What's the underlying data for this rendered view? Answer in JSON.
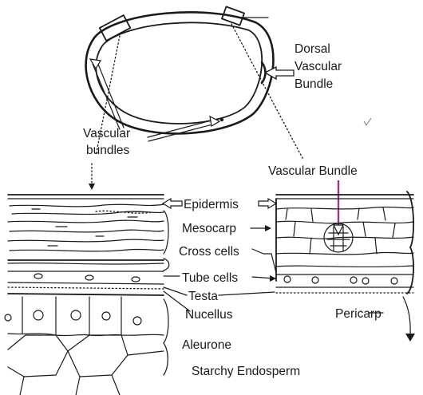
{
  "labels": {
    "dorsal_vascular_bundle_line1": "Dorsal",
    "dorsal_vascular_bundle_line2": "Vascular",
    "dorsal_vascular_bundle_line3": "Bundle",
    "vascular_bundles_line1": "Vascular",
    "vascular_bundles_line2": "bundles",
    "vascular_bundle": "Vascular Bundle",
    "epidermis": "Epidermis",
    "mesocarp": "Mesocarp",
    "cross_cells": "Cross cells",
    "tube_cells": "Tube cells",
    "testa": "Testa",
    "nucellus": "Nucellus",
    "aleurone": "Aleurone",
    "starchy_endosperm": "Starchy Endosperm",
    "pericarp": "Pericarp"
  },
  "colors": {
    "ink": "#1a1a1a",
    "highlight": "#9b3a7a",
    "background": "#ffffff"
  }
}
